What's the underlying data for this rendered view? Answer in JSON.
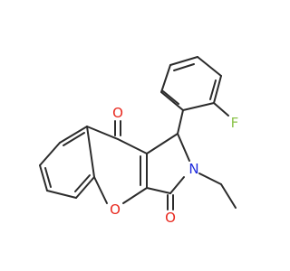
{
  "molecule": {
    "atoms": [
      {
        "id": "O1",
        "symbol": "O",
        "color": "#e8281e"
      },
      {
        "id": "O2",
        "symbol": "O",
        "color": "#e8281e"
      },
      {
        "id": "O3",
        "symbol": "O",
        "color": "#e8281e"
      },
      {
        "id": "N1",
        "symbol": "N",
        "color": "#1e2adc"
      },
      {
        "id": "F1",
        "symbol": "F",
        "color": "#8bc34a"
      }
    ],
    "bond_color": "#2b2b2b",
    "background": "#ffffff"
  }
}
